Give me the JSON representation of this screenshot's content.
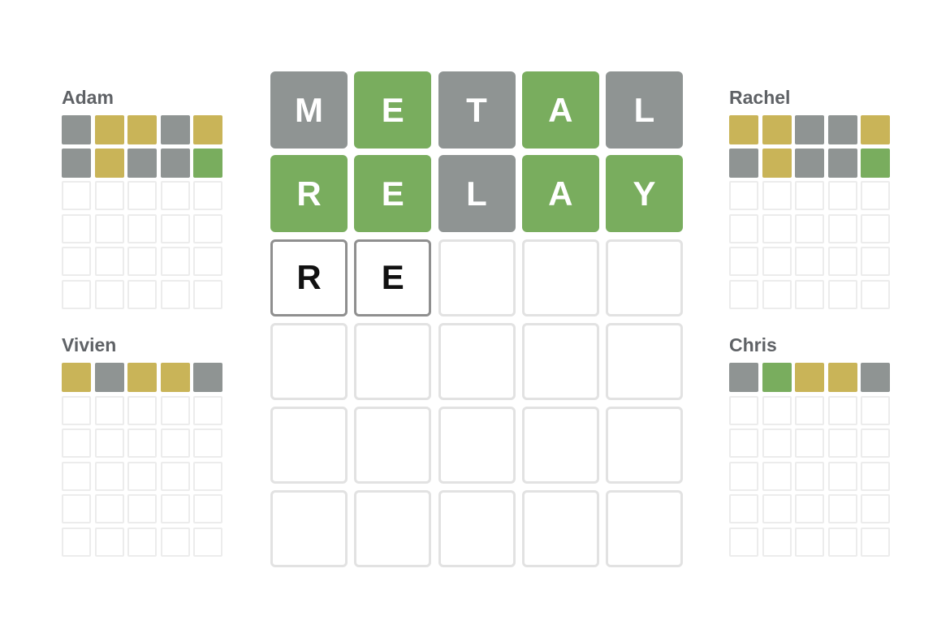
{
  "colors": {
    "correct": "#79ad5e",
    "present": "#c9b458",
    "absent": "#8f9493",
    "empty_border": "#e2e2e2",
    "filled_border": "#8f8f8f"
  },
  "main_board": {
    "rows": [
      {
        "letters": [
          "M",
          "E",
          "T",
          "A",
          "L"
        ],
        "states": [
          "absent",
          "correct",
          "absent",
          "correct",
          "absent"
        ]
      },
      {
        "letters": [
          "R",
          "E",
          "L",
          "A",
          "Y"
        ],
        "states": [
          "correct",
          "correct",
          "absent",
          "correct",
          "correct"
        ]
      },
      {
        "letters": [
          "R",
          "E",
          "",
          "",
          ""
        ],
        "states": [
          "filled",
          "filled",
          "empty",
          "empty",
          "empty"
        ]
      },
      {
        "letters": [
          "",
          "",
          "",
          "",
          ""
        ],
        "states": [
          "empty",
          "empty",
          "empty",
          "empty",
          "empty"
        ]
      },
      {
        "letters": [
          "",
          "",
          "",
          "",
          ""
        ],
        "states": [
          "empty",
          "empty",
          "empty",
          "empty",
          "empty"
        ]
      },
      {
        "letters": [
          "",
          "",
          "",
          "",
          ""
        ],
        "states": [
          "empty",
          "empty",
          "empty",
          "empty",
          "empty"
        ]
      }
    ]
  },
  "players": [
    {
      "id": "adam",
      "name": "Adam",
      "rows": [
        [
          "absent",
          "present",
          "present",
          "absent",
          "present"
        ],
        [
          "absent",
          "present",
          "absent",
          "absent",
          "correct"
        ],
        [
          "empty",
          "empty",
          "empty",
          "empty",
          "empty"
        ],
        [
          "empty",
          "empty",
          "empty",
          "empty",
          "empty"
        ],
        [
          "empty",
          "empty",
          "empty",
          "empty",
          "empty"
        ],
        [
          "empty",
          "empty",
          "empty",
          "empty",
          "empty"
        ]
      ]
    },
    {
      "id": "vivien",
      "name": "Vivien",
      "rows": [
        [
          "present",
          "absent",
          "present",
          "present",
          "absent"
        ],
        [
          "empty",
          "empty",
          "empty",
          "empty",
          "empty"
        ],
        [
          "empty",
          "empty",
          "empty",
          "empty",
          "empty"
        ],
        [
          "empty",
          "empty",
          "empty",
          "empty",
          "empty"
        ],
        [
          "empty",
          "empty",
          "empty",
          "empty",
          "empty"
        ],
        [
          "empty",
          "empty",
          "empty",
          "empty",
          "empty"
        ]
      ]
    },
    {
      "id": "rachel",
      "name": "Rachel",
      "rows": [
        [
          "present",
          "present",
          "absent",
          "absent",
          "present"
        ],
        [
          "absent",
          "present",
          "absent",
          "absent",
          "correct"
        ],
        [
          "empty",
          "empty",
          "empty",
          "empty",
          "empty"
        ],
        [
          "empty",
          "empty",
          "empty",
          "empty",
          "empty"
        ],
        [
          "empty",
          "empty",
          "empty",
          "empty",
          "empty"
        ],
        [
          "empty",
          "empty",
          "empty",
          "empty",
          "empty"
        ]
      ]
    },
    {
      "id": "chris",
      "name": "Chris",
      "rows": [
        [
          "absent",
          "correct",
          "present",
          "present",
          "absent"
        ],
        [
          "empty",
          "empty",
          "empty",
          "empty",
          "empty"
        ],
        [
          "empty",
          "empty",
          "empty",
          "empty",
          "empty"
        ],
        [
          "empty",
          "empty",
          "empty",
          "empty",
          "empty"
        ],
        [
          "empty",
          "empty",
          "empty",
          "empty",
          "empty"
        ],
        [
          "empty",
          "empty",
          "empty",
          "empty",
          "empty"
        ]
      ]
    }
  ]
}
